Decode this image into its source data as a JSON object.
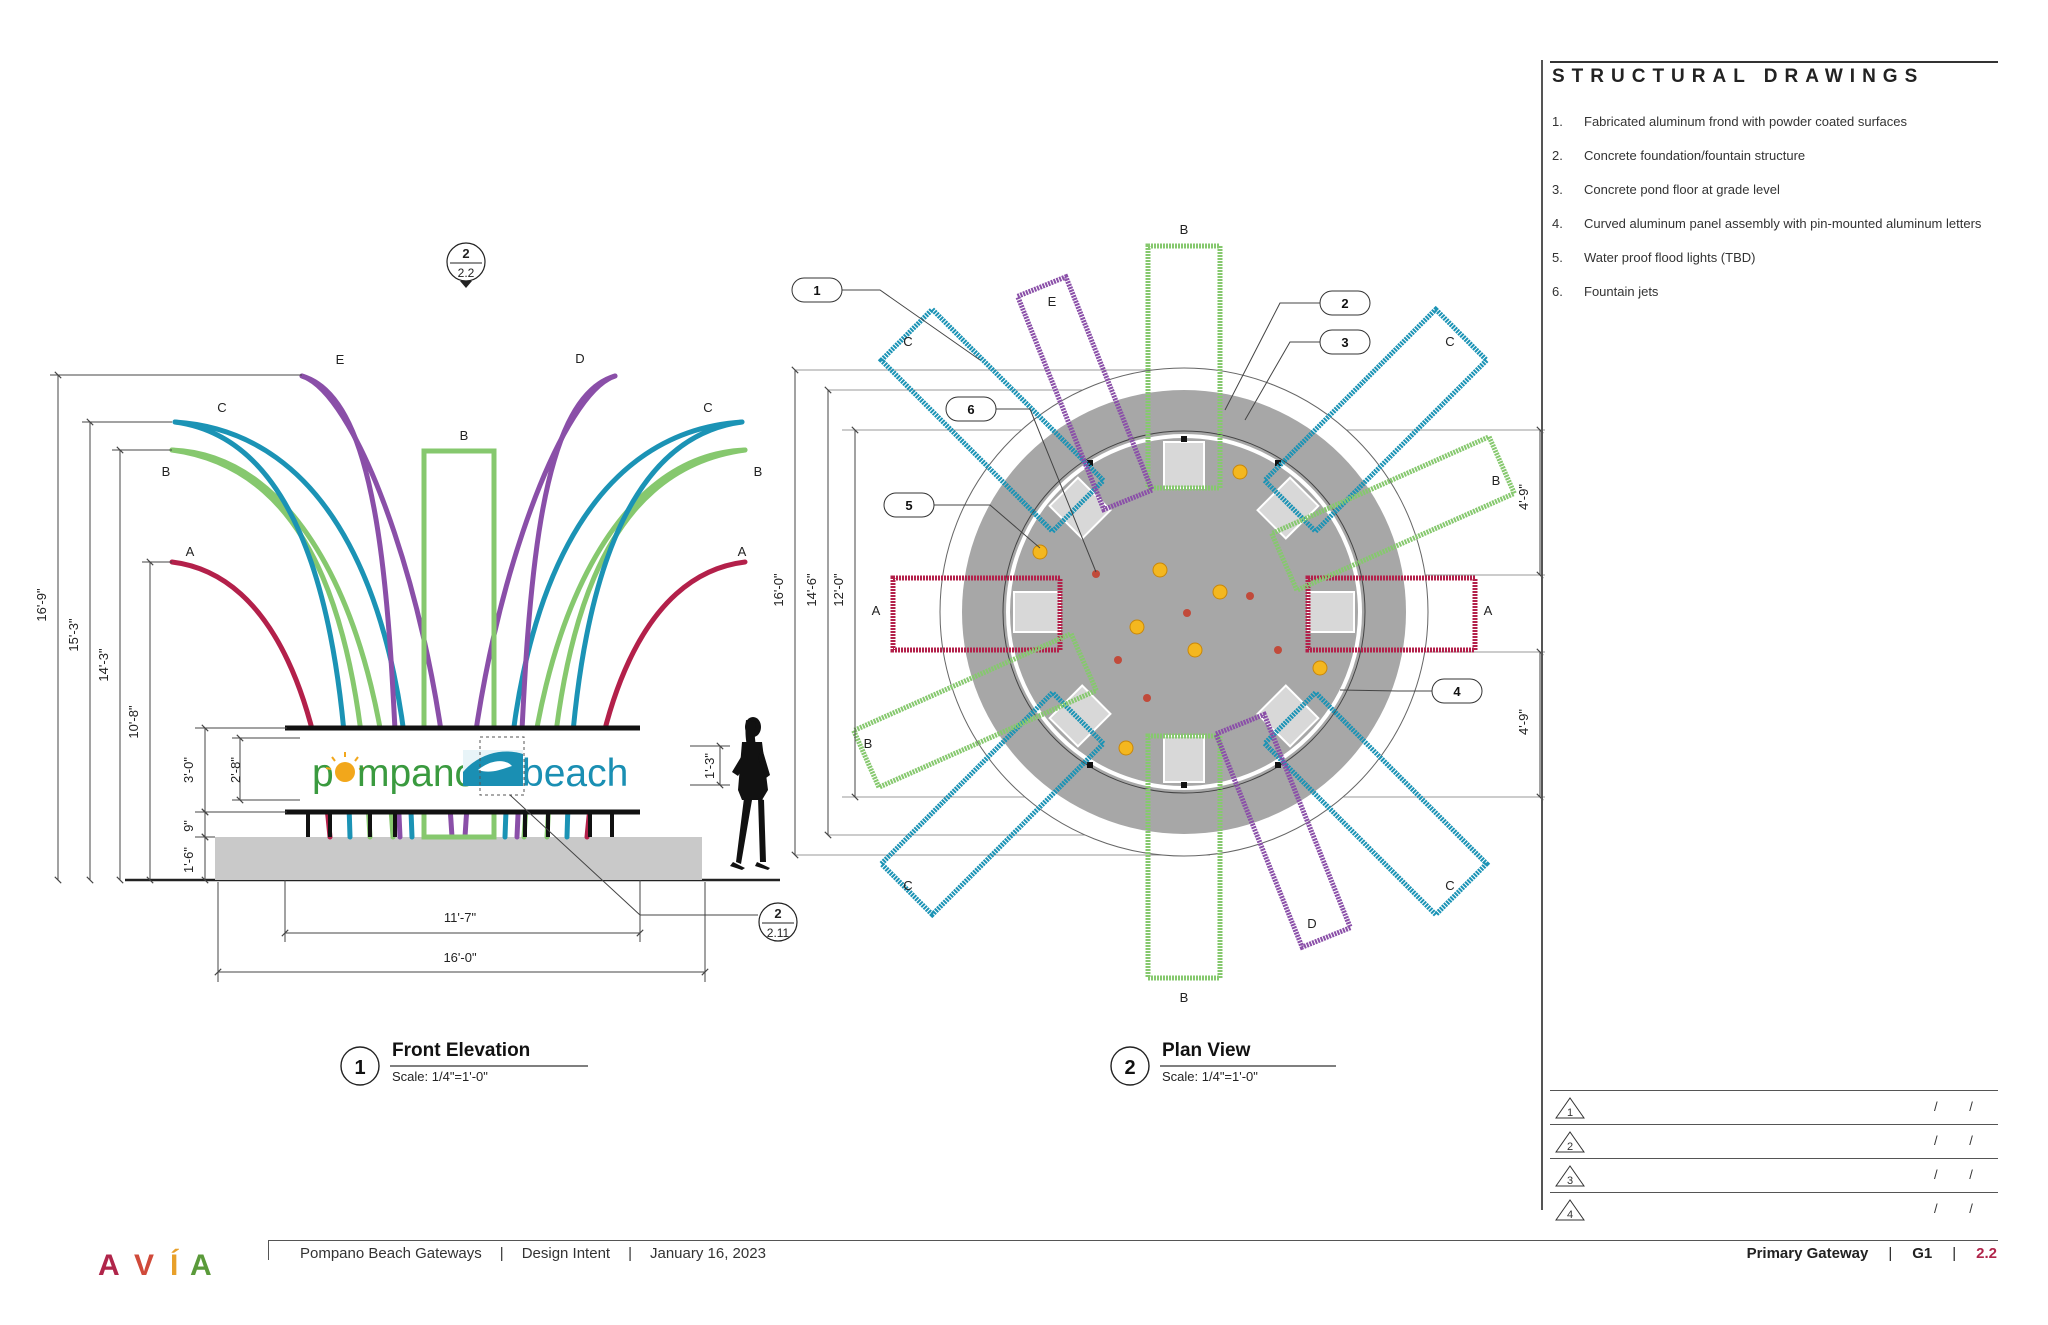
{
  "colors": {
    "frond_a": "#b3204a",
    "frond_b": "#86c86e",
    "frond_c": "#1b93b5",
    "frond_de": "#8a4fa8",
    "logo_green": "#3a9a3f",
    "logo_sun": "#f2a71b",
    "logo_blue": "#1a8fb3",
    "brand_accent": "#b0254a",
    "pond": "#a7a7a7",
    "ground": "#c9c9c9"
  },
  "icons": [
    "section-callout-icon",
    "revision-triangle-icon",
    "person-silhouette-icon",
    "fish-logo-icon",
    "sun-logo-icon"
  ],
  "brand": {
    "letters": [
      "A",
      "V",
      "Í",
      "A"
    ]
  },
  "sheet": {
    "title": "STRUCTURAL DRAWINGS",
    "notes": [
      {
        "num": "1.",
        "text": "Fabricated aluminum frond with powder coated surfaces"
      },
      {
        "num": "2.",
        "text": "Concrete foundation/fountain structure"
      },
      {
        "num": "3.",
        "text": "Concrete pond floor at grade level"
      },
      {
        "num": "4.",
        "text": "Curved aluminum panel assembly with pin-mounted aluminum letters"
      },
      {
        "num": "5.",
        "text": "Water proof flood lights (TBD)"
      },
      {
        "num": "6.",
        "text": "Fountain jets"
      }
    ],
    "revisions": [
      {
        "num": "1",
        "date": "/ /"
      },
      {
        "num": "2",
        "date": "/ /"
      },
      {
        "num": "3",
        "date": "/ /"
      },
      {
        "num": "4",
        "date": "/ /"
      }
    ]
  },
  "footer": {
    "project": "Pompano Beach Gateways",
    "phase": "Design Intent",
    "date": "January 16, 2023",
    "sign_type": "Primary Gateway",
    "code": "G1",
    "page": "2.2",
    "sep": "|"
  },
  "elevation": {
    "number": "1",
    "title": "Front Elevation",
    "scale": "Scale: 1/4\"=1'-0\"",
    "logo_left": "p",
    "logo_o": "o",
    "logo_mid": "mpano",
    "logo_right": "beach",
    "callout_top": {
      "num": "2",
      "sheet": "2.2"
    },
    "callout_detail": {
      "num": "2",
      "sheet": "2.11"
    },
    "frond_labels": {
      "a": "A",
      "b": "B",
      "c": "C",
      "d": "D",
      "e": "E"
    },
    "dims": {
      "h1": "16'-9\"",
      "h2": "15'-3\"",
      "h3": "14'-3\"",
      "h4": "10'-8\"",
      "sign": "3'-0\"",
      "panel": "2'-8\"",
      "letters": "1'-3\"",
      "legs": "9\"",
      "base": "1'-6\"",
      "w_sign": "11'-7\"",
      "w_base": "16'-0\""
    }
  },
  "plan": {
    "number": "2",
    "title": "Plan View",
    "scale": "Scale: 1/4\"=1'-0\"",
    "callouts": [
      "1",
      "2",
      "3",
      "4",
      "5",
      "6"
    ],
    "frond_labels": {
      "a": "A",
      "b": "B",
      "c": "C",
      "d": "D",
      "e": "E"
    },
    "dims": {
      "d1": "16'-0\"",
      "d2": "14'-6\"",
      "d3": "12'-0\"",
      "d4": "4'-9\"",
      "d5": "4'-9\""
    }
  }
}
